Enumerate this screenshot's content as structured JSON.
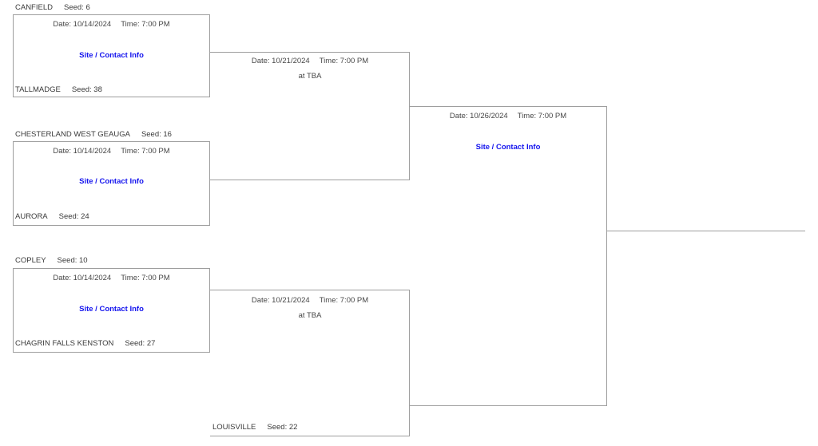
{
  "colors": {
    "line": "#9e9e9e",
    "link_blue": "#1414ee",
    "text": "#3d3d3d"
  },
  "round1": {
    "matches": [
      {
        "team_top": "CANFIELD",
        "seed_top": "Seed: 6",
        "team_bottom": "TALLMADGE",
        "seed_bottom": "Seed: 38",
        "date": "Date: 10/14/2024",
        "time": "Time: 7:00 PM",
        "site_link": "Site / Contact Info"
      },
      {
        "team_top": "CHESTERLAND WEST GEAUGA",
        "seed_top": "Seed: 16",
        "team_bottom": "AURORA",
        "seed_bottom": "Seed: 24",
        "date": "Date: 10/14/2024",
        "time": "Time: 7:00 PM",
        "site_link": "Site / Contact Info"
      },
      {
        "team_top": "COPLEY",
        "seed_top": "Seed: 10",
        "team_bottom": "CHAGRIN FALLS KENSTON",
        "seed_bottom": "Seed: 27",
        "date": "Date: 10/14/2024",
        "time": "Time: 7:00 PM",
        "site_link": "Site / Contact Info"
      }
    ]
  },
  "round2": {
    "matches": [
      {
        "date": "Date: 10/21/2024",
        "time": "Time: 7:00 PM",
        "venue": "at TBA"
      },
      {
        "date": "Date: 10/21/2024",
        "time": "Time: 7:00 PM",
        "venue": "at TBA",
        "team_bottom": "LOUISVILLE",
        "seed_bottom": "Seed: 22"
      }
    ]
  },
  "round3": {
    "date": "Date: 10/26/2024",
    "time": "Time: 7:00 PM",
    "site_link": "Site / Contact Info"
  }
}
